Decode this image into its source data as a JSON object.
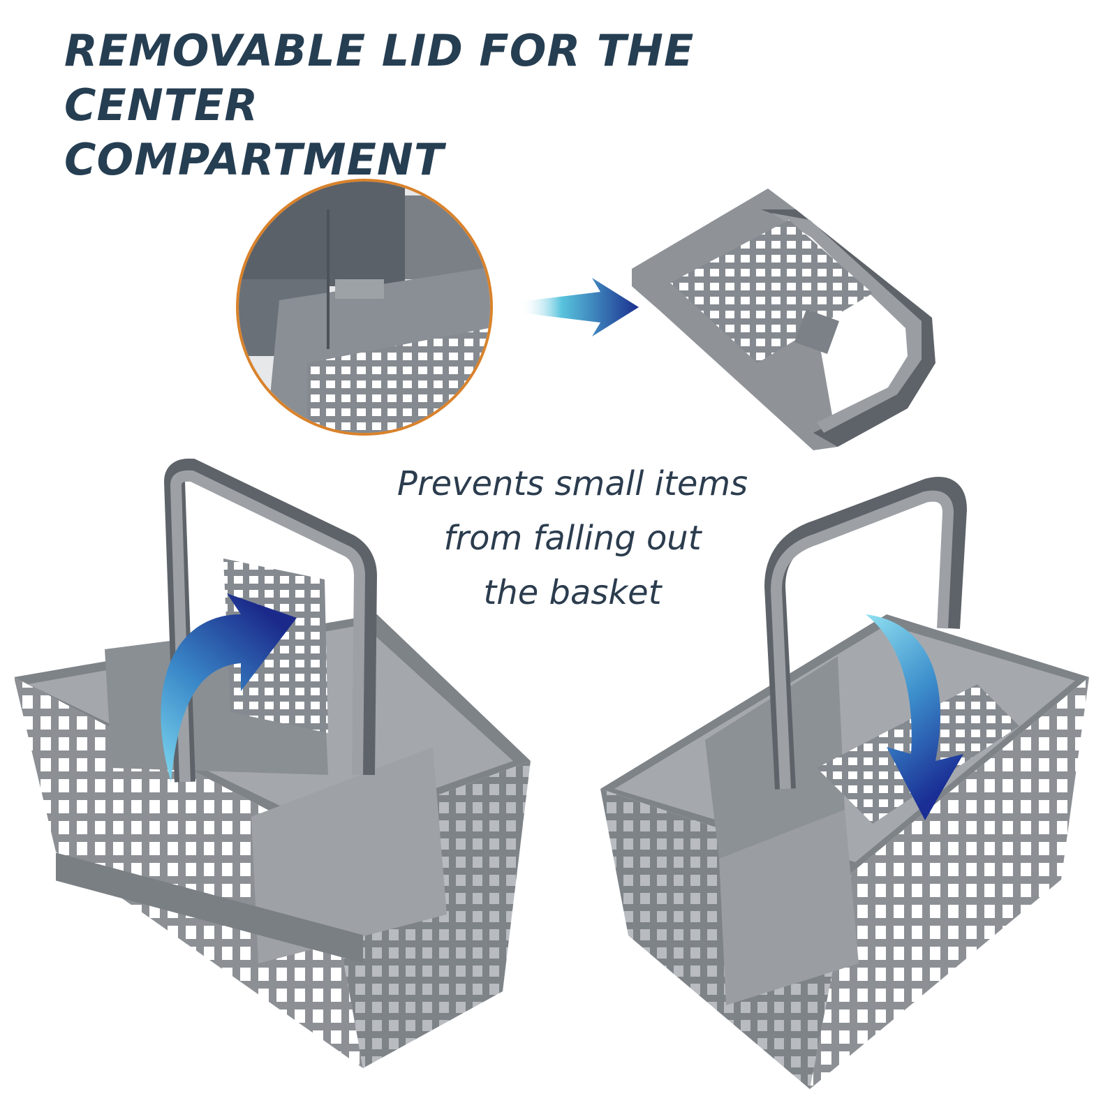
{
  "heading": {
    "line1": "REMOVABLE LID FOR THE CENTER",
    "line2": "COMPARTMENT"
  },
  "caption": {
    "line1": "Prevents small items",
    "line2": "from falling out",
    "line3": "the basket"
  },
  "colors": {
    "heading": "#263e52",
    "caption": "#2b3c4e",
    "plastic": "#8e9296",
    "plastic_dark": "#5d6268",
    "ring": "#d9822b",
    "arrow_dark": "#1b2f8f",
    "arrow_light": "#5fc8e0"
  }
}
